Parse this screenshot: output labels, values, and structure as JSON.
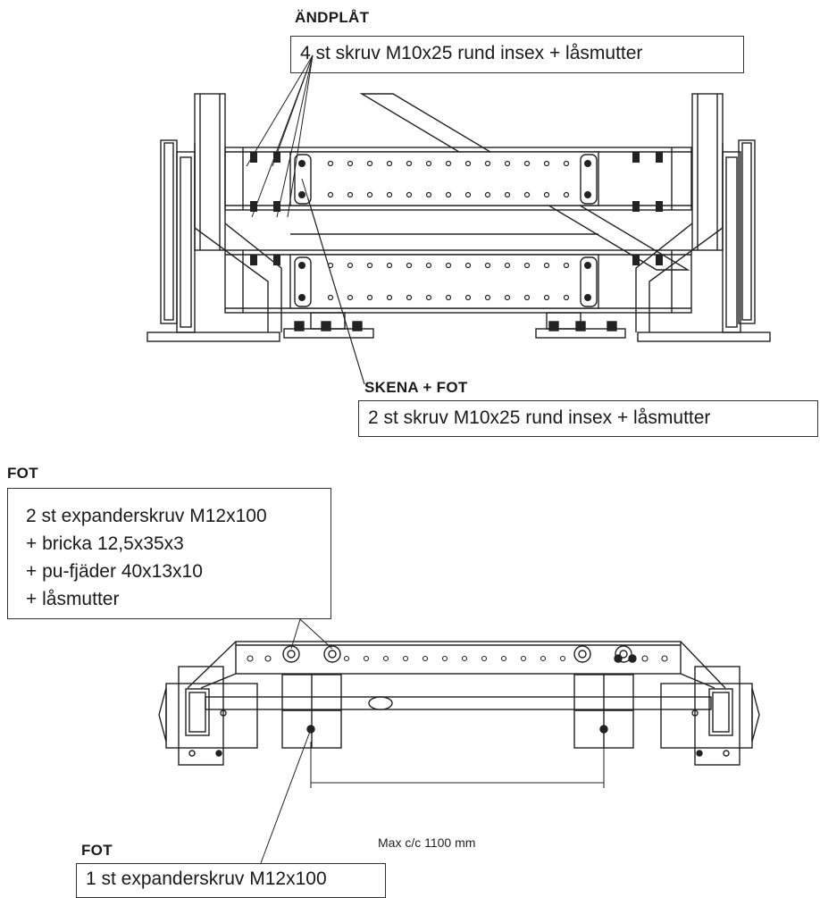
{
  "labels": {
    "endplate": {
      "heading": "ÄNDPLÅT",
      "lines": [
        "4 st skruv M10x25 rund insex + låsmutter"
      ]
    },
    "rail_foot": {
      "heading": "SKENA + FOT",
      "lines": [
        "2 st skruv M10x25 rund insex + låsmutter"
      ]
    },
    "foot_top": {
      "heading": "FOT",
      "lines": [
        "2 st expanderskruv M12x100",
        "+ bricka 12,5x35x3",
        "+ pu-fjäder 40x13x10",
        "+ låsmutter"
      ]
    },
    "foot_bottom": {
      "heading": "FOT",
      "lines": [
        "1 st expanderskruv M12x100"
      ]
    },
    "dimension": "Max c/c 1100 mm"
  }
}
